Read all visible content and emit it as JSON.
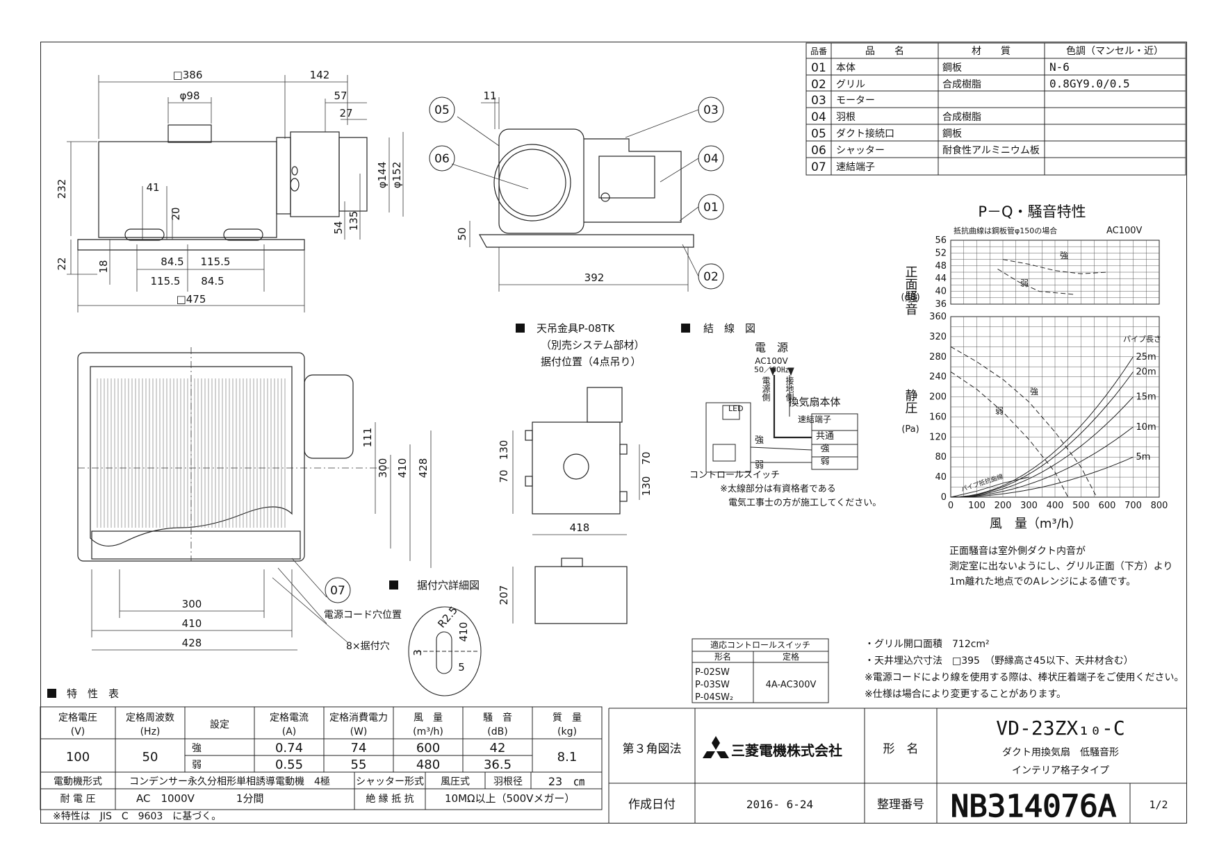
{
  "parts_table": {
    "headers": [
      "品番",
      "品　　名",
      "材　　質",
      "色調（マンセル・近）"
    ],
    "rows": [
      [
        "01",
        "本体",
        "鋼板",
        "N-6"
      ],
      [
        "02",
        "グリル",
        "合成樹脂",
        "0.8GY9.0/0.5"
      ],
      [
        "03",
        "モーター",
        "",
        ""
      ],
      [
        "04",
        "羽根",
        "合成樹脂",
        ""
      ],
      [
        "05",
        "ダクト接続口",
        "鋼板",
        ""
      ],
      [
        "06",
        "シャッター",
        "耐食性アルミニウム板",
        ""
      ],
      [
        "07",
        "速結端子",
        "",
        ""
      ]
    ]
  },
  "pq_chart": {
    "title": "P－Q・騒音特性",
    "note": "抵抗曲線は鋼板管φ150の場合",
    "voltage": "AC100V",
    "noise_label": "正面騒音",
    "noise_unit": "(dB)",
    "noise_ticks": [
      "56",
      "52",
      "48",
      "44",
      "40",
      "36"
    ],
    "pressure_label": "静圧",
    "pressure_unit": "(Pa)",
    "pressure_ticks": [
      "360",
      "320",
      "280",
      "240",
      "200",
      "160",
      "120",
      "80",
      "40",
      "0"
    ],
    "x_ticks": [
      "0",
      "100",
      "200",
      "300",
      "400",
      "500",
      "600",
      "700",
      "800"
    ],
    "x_label": "風　量（m³/h）",
    "pipe_label": "パイプ長さ",
    "pipe_lengths": [
      "25m",
      "20m",
      "15m",
      "10m",
      "5m"
    ],
    "resist_label": "パイプ抵抗曲線",
    "strong": "強",
    "weak": "弱",
    "footnote": [
      "正面騒音は室外側ダクト内音が",
      "測定室に出ないようにし、グリル正面（下方）より",
      "1m離れた地点でのAレンジによる値です。"
    ]
  },
  "dims": {
    "d386": "□386",
    "d142": "142",
    "d98": "φ98",
    "d57": "57",
    "d27": "27",
    "d232": "232",
    "d144": "φ144",
    "d152": "φ152",
    "d41": "41",
    "d20": "20",
    "d54": "54",
    "d135": "135",
    "d22": "22",
    "d18": "18",
    "d845a": "84.5",
    "d1155a": "115.5",
    "d1155b": "115.5",
    "d845b": "84.5",
    "d475": "□475",
    "d11": "11",
    "d50": "50",
    "d392": "392",
    "d111": "111",
    "d300v": "300",
    "d410v": "410",
    "d428v": "428",
    "d300h": "300",
    "d410h": "410",
    "d428h": "428",
    "d130a": "130",
    "d70a": "70",
    "d70b": "70",
    "d130b": "130",
    "d418": "418",
    "d207": "207",
    "dR25": "R2.5",
    "d410s": "410",
    "d3": "3",
    "d5": "5"
  },
  "callouts": [
    "05",
    "06",
    "03",
    "04",
    "01",
    "02",
    "07"
  ],
  "hanger": {
    "title": "天吊金具P-08TK",
    "sub": "（別売システム部材）",
    "pos": "据付位置（4点吊り）"
  },
  "wiring": {
    "title": "結　線　図",
    "power": "電　源",
    "ac": "AC100V",
    "hz": "50／60㎐",
    "power_side": "電源側",
    "ground_side": "接地側",
    "body": "換気扇本体",
    "terminal": "速結端子",
    "common": "共通",
    "strong": "強",
    "weak": "弱",
    "led": "LED",
    "switch": "コントロールスイッチ",
    "note1": "※太線部分は有資格者である",
    "note2": "電気工事士の方が施工してください。"
  },
  "mount_hole": {
    "title": "据付穴詳細図",
    "cord": "電源コード穴位置",
    "holes": "8×据付穴"
  },
  "switch_table": {
    "title": "適応コントロールスイッチ",
    "col1": "形名",
    "col2": "定格",
    "models": [
      "P-02SW",
      "P-03SW",
      "P-04SW₂"
    ],
    "rating": "4A-AC300V"
  },
  "notes": [
    "・グリル開口面積　712cm²",
    "・天井埋込穴寸法　□395　（野縁高さ45以下、天井材含む）",
    "※電源コードにより線を使用する際は、棒状圧着端子をご使用ください。",
    "※仕様は場合により変更することがあります。"
  ],
  "spec": {
    "title": "特　性　表",
    "headers": [
      "定格電圧",
      "定格周波数",
      "設定",
      "定格電流",
      "定格消費電力",
      "風　量",
      "騒　音",
      "質　量"
    ],
    "units": [
      "(V)",
      "(Hz)",
      "",
      "(A)",
      "(W)",
      "(m³/h)",
      "(dB)",
      "(kg)"
    ],
    "voltage": "100",
    "freq": "50",
    "strong": {
      "label": "強",
      "current": "0.74",
      "power": "74",
      "air": "600",
      "noise": "42"
    },
    "weak": {
      "label": "弱",
      "current": "0.55",
      "power": "55",
      "air": "480",
      "noise": "36.5"
    },
    "mass": "8.1",
    "motor_label": "電動機形式",
    "motor": "コンデンサー永久分相形単相誘導電動機　4極",
    "shutter_label": "シャッター形式",
    "shutter": "風圧式",
    "blade_label": "羽根径",
    "blade": "23　㎝",
    "withstand_label": "耐 電 圧",
    "withstand": "AC　1000V　　　　1分間",
    "insul_label": "絶 縁 抵 抗",
    "insul": "10MΩ以上（500Vメガー）",
    "footer": "※特性は　JIS　C　9603　に基づく。"
  },
  "title_block": {
    "projection": "第３角図法",
    "company": "三菱電機株式会社",
    "model_label": "形　名",
    "model": "VD-23ZX₁₀-C",
    "desc1": "ダクト用換気扇　低騒音形",
    "desc2": "インテリア格子タイプ",
    "date_label": "作成日付",
    "date": "2016- 6-24",
    "num_label": "整理番号",
    "num": "NB314076A",
    "page": "1/2"
  }
}
